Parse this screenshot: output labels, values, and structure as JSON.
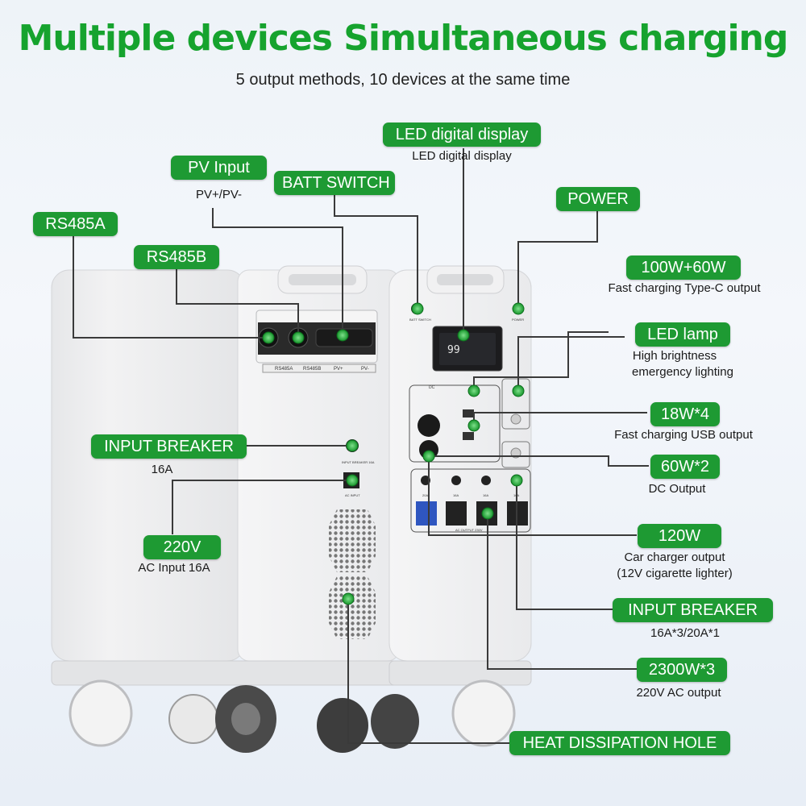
{
  "header": {
    "title": "Multiple devices Simultaneous charging",
    "subtitle": "5 output methods, 10 devices at the same time"
  },
  "colors": {
    "accent": "#1e9a33",
    "title": "#16a32e"
  },
  "labels": {
    "led_display": {
      "title": "LED digital display",
      "desc": "LED digital display"
    },
    "pv_input": {
      "title": "PV Input",
      "desc": "PV+/PV-"
    },
    "batt_switch": {
      "title": "BATT SWITCH"
    },
    "power": {
      "title": "POWER"
    },
    "rs485a": {
      "title": "RS485A"
    },
    "rs485b": {
      "title": "RS485B"
    },
    "typec": {
      "title": "100W+60W",
      "desc": "Fast charging Type-C output"
    },
    "led_lamp": {
      "title": "LED lamp",
      "desc1": "High brightness",
      "desc2": "emergency lighting"
    },
    "usb": {
      "title": "18W*4",
      "desc": "Fast charging USB output"
    },
    "dc": {
      "title": "60W*2",
      "desc": "DC Output"
    },
    "input_breaker_left": {
      "title": "INPUT BREAKER",
      "desc": "16A"
    },
    "ac_input": {
      "title": "220V",
      "desc": "AC Input 16A"
    },
    "car": {
      "title": "120W",
      "desc1": "Car charger output",
      "desc2": "(12V cigarette lighter)"
    },
    "input_breaker_right": {
      "title": "INPUT BREAKER",
      "desc": "16A*3/20A*1"
    },
    "ac_output": {
      "title": "2300W*3",
      "desc": "220V AC output"
    },
    "heat": {
      "title": "HEAT DISSIPATION HOLE"
    }
  },
  "device": {
    "port_labels": [
      "RS485A",
      "RS485B",
      "PV+",
      "PV-"
    ],
    "batt_switch_text": "BATT SWITCH",
    "power_text": "POWER",
    "display_value": "99",
    "dc_text": "DC",
    "input_breaker_text": "INPUT BREAKER 16A",
    "ac_input_text": "AC INPUT",
    "ac_output_text": "AC OUTPUT 230V",
    "breaker_ratings": [
      "20A",
      "16A",
      "16A",
      "16A"
    ]
  }
}
